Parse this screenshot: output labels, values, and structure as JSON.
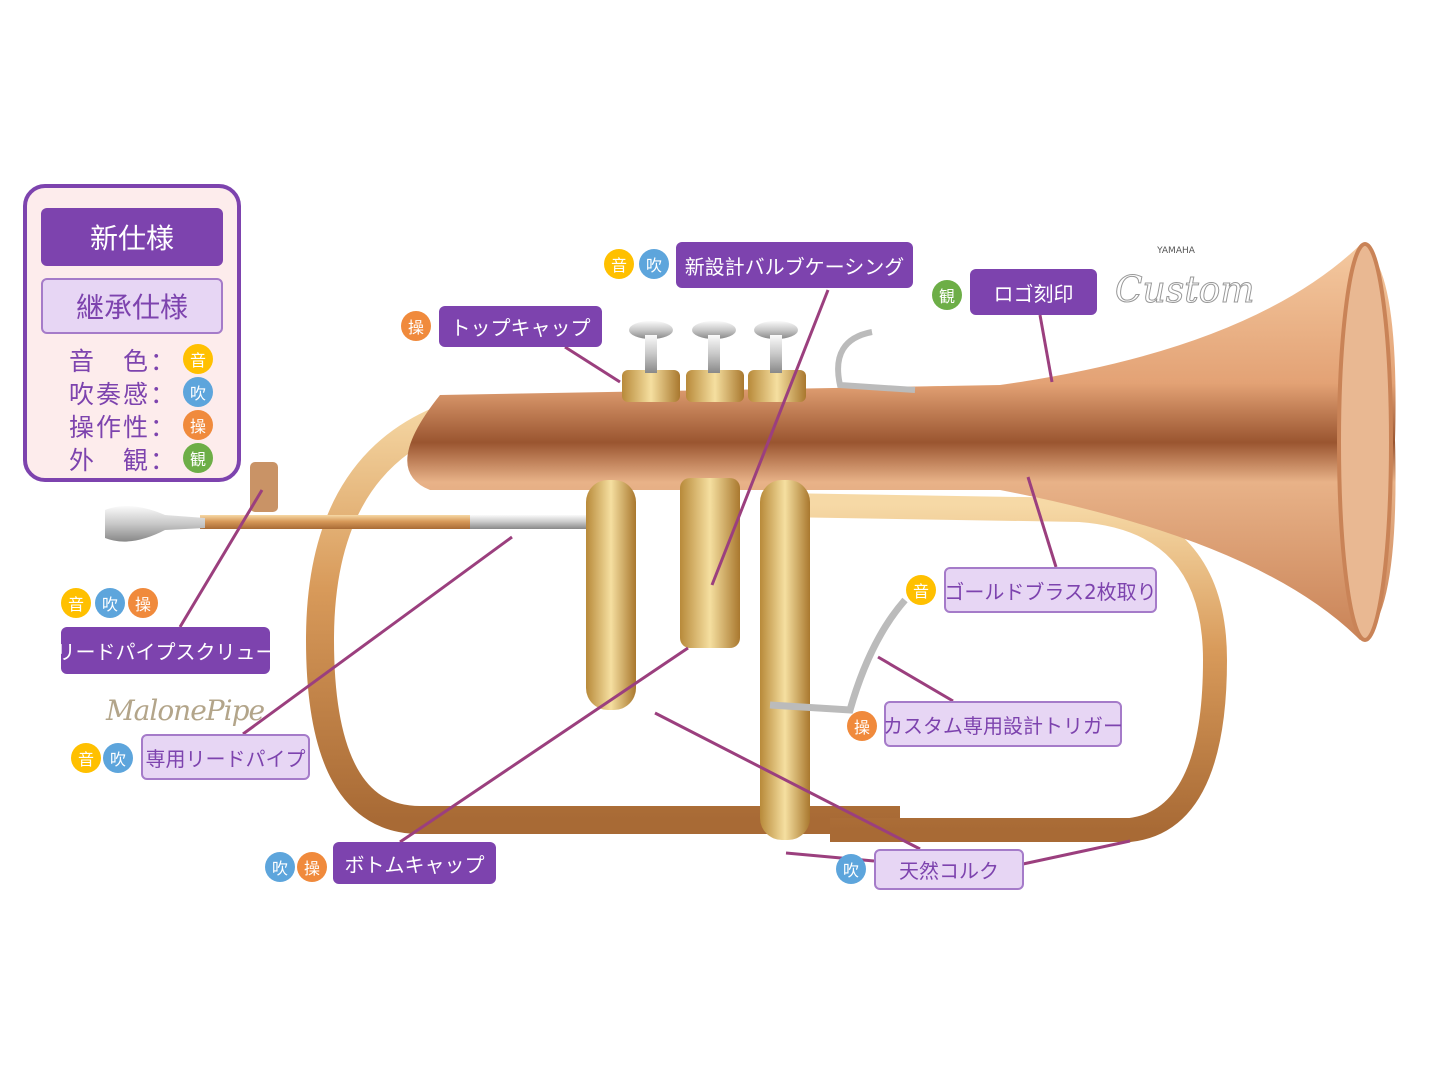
{
  "legend": {
    "new_spec": "新仕様",
    "inherited_spec": "継承仕様",
    "rows": [
      {
        "label": "音　色：",
        "badge": "音"
      },
      {
        "label": "吹奏感：",
        "badge": "吹"
      },
      {
        "label": "操作性：",
        "badge": "操"
      },
      {
        "label": "外　観：",
        "badge": "観"
      }
    ]
  },
  "labels": {
    "valve_casing": "新設計バルブケーシング",
    "top_cap": "トップキャップ",
    "logo_engraving": "ロゴ刻印",
    "gold_brass": "ゴールドブラス2枚取り",
    "trigger": "カスタム専用設計トリガー",
    "cork": "天然コルク",
    "bottom_cap": "ボトムキャップ",
    "leadpipe_screw": "リードパイプスクリュー",
    "leadpipe": "専用リードパイプ"
  },
  "badges": {
    "tone": "音",
    "blow": "吹",
    "operation": "操",
    "appearance": "観"
  },
  "brand": {
    "malone": "MalonePipe",
    "yamaha": "YAMAHA",
    "custom": "Custom"
  },
  "colors": {
    "new": "#7D43AE",
    "inherited": "#E7D6F4",
    "tone": "#FFC000",
    "blow": "#5DA5DC",
    "operation": "#F08A3C",
    "appearance": "#6DAE47",
    "leader": "#9B3F7E"
  }
}
